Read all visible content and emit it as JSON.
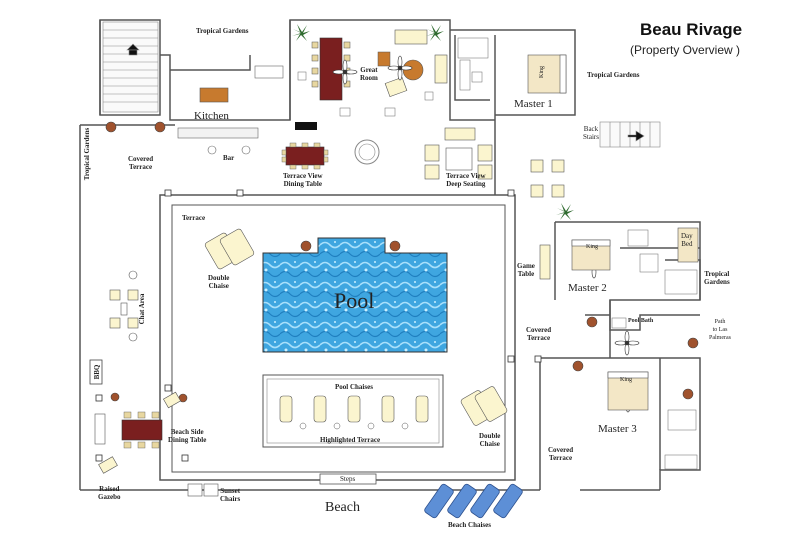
{
  "title": "Beau Rivage",
  "subtitle": "(Property Overview )",
  "labels": {
    "tropical_gardens_top": "Tropical Gardens",
    "tropical_gardens_right_top": "Tropical Gardens",
    "tropical_gardens_left": "Tropical Gardens",
    "tropical_gardens_right_mid": "Tropical\nGardens",
    "kitchen": "Kitchen",
    "bar": "Bar",
    "great_room": "Great\nRoom",
    "master1": "Master 1",
    "king1": "King",
    "back_stairs": "Back\nStairs",
    "covered_terrace_left": "Covered\nTerrace",
    "terrace_view_dining": "Terrace View\nDining Table",
    "terrace_view_seating": "Terrace View\nDeep Seating",
    "terrace": "Terrace",
    "double_chaise_left": "Double\nChaise",
    "pool": "Pool",
    "chat_area": "Chat Area",
    "game_table": "Game\nTable",
    "master2": "Master 2",
    "king2": "King",
    "day_bed": "Day\nBed",
    "pool_bath": "Pool Bath",
    "path_to_palmeras": "Path\nto Las\nPalmeras",
    "covered_terrace_mid": "Covered\nTerrace",
    "bbq": "BBQ",
    "pool_chaises": "Pool Chaises",
    "highlighted_terrace": "Highlighted Terrace",
    "double_chaise_right": "Double\nChaise",
    "master3": "Master 3",
    "king3": "King",
    "beach_side_dining": "Beach Side\nDining Table",
    "covered_terrace_right": "Covered\nTerrace",
    "raised_gazebo": "Raised\nGazebo",
    "sunset_chairs": "Sunset\nChairs",
    "steps": "Steps",
    "beach": "Beach",
    "beach_chaises": "Beach Chaises"
  },
  "colors": {
    "wall": "#555555",
    "pool_blue": "#3fa6e0",
    "pool_light": "#9fd8f5",
    "chaise": "#fbf5cf",
    "wood": "#b5651d",
    "dark_red": "#7a1f1f",
    "beach_chaise_blue": "#5d8fd6",
    "palm_green": "#2f6b2f"
  }
}
